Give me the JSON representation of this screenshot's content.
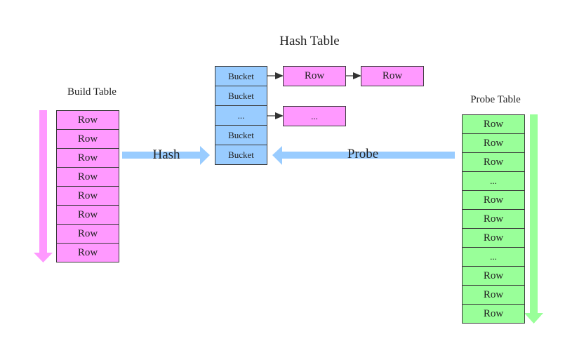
{
  "titles": {
    "hash_table": "Hash Table",
    "build_table": "Build Table",
    "probe_table": "Probe Table"
  },
  "arrows": {
    "hash_label": "Hash",
    "probe_label": "Probe"
  },
  "build_table": {
    "rows": [
      "Row",
      "Row",
      "Row",
      "Row",
      "Row",
      "Row",
      "Row",
      "Row"
    ],
    "color": "#ff99ff",
    "scan_arrow_color": "#ff99ff"
  },
  "hash_table": {
    "buckets": [
      "Bucket",
      "Bucket",
      "...",
      "Bucket",
      "Bucket"
    ],
    "color": "#99ccff",
    "chain_color": "#ff99ff",
    "chains": [
      {
        "bucket_index": 0,
        "entries": [
          "Row",
          "Row"
        ]
      },
      {
        "bucket_index": 2,
        "entries": [
          "..."
        ]
      }
    ]
  },
  "probe_table": {
    "rows": [
      "Row",
      "Row",
      "Row",
      "...",
      "Row",
      "Row",
      "Row",
      "...",
      "Row",
      "Row",
      "Row"
    ],
    "color": "#99ff99",
    "scan_arrow_color": "#99ff99"
  },
  "flow_arrow_color": "#99ccff"
}
